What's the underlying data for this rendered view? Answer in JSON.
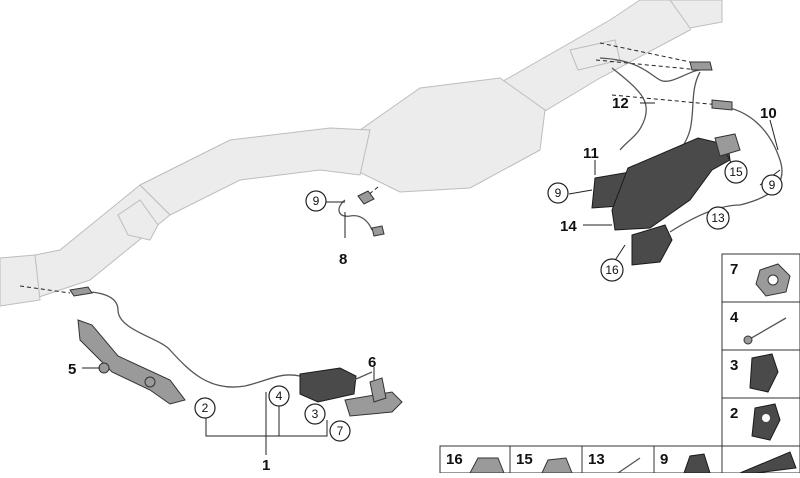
{
  "callouts": {
    "n1": "1",
    "n2": "2",
    "n3": "3",
    "n4": "4",
    "n5": "5",
    "n6": "6",
    "n7": "7",
    "n8": "8",
    "n9a": "9",
    "n9b": "9",
    "n9c": "9",
    "n10": "10",
    "n11": "11",
    "n12": "12",
    "n13": "13",
    "n14": "14",
    "n15": "15",
    "n16": "16"
  },
  "legend_side": {
    "s7": "7",
    "s4": "4",
    "s3": "3",
    "s2": "2"
  },
  "legend_bottom": {
    "b16": "16",
    "b15": "15",
    "b13": "13",
    "b9": "9"
  },
  "colors": {
    "pipe_fill": "#ececec",
    "part_dark": "#4a4a4a",
    "line": "#222222"
  }
}
